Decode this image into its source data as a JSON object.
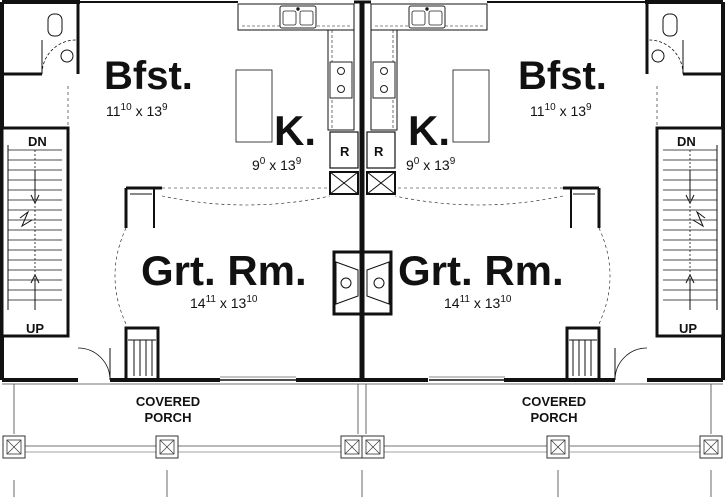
{
  "plan": {
    "left_unit": {
      "breakfast": {
        "name": "Bfst.",
        "dim_a": "11",
        "dim_a_sup": "10",
        "dim_b": "13",
        "dim_b_sup": "9"
      },
      "kitchen": {
        "name": "K.",
        "dim_a": "9",
        "dim_a_sup": "0",
        "dim_b": "13",
        "dim_b_sup": "9"
      },
      "great_room": {
        "name": "Grt. Rm.",
        "dim_a": "14",
        "dim_a_sup": "11",
        "dim_b": "13",
        "dim_b_sup": "10"
      },
      "refrigerator": "R",
      "stair_down": "DN",
      "stair_up": "UP",
      "porch": {
        "line1": "COVERED",
        "line2": "PORCH"
      }
    },
    "right_unit": {
      "breakfast": {
        "name": "Bfst.",
        "dim_a": "11",
        "dim_a_sup": "10",
        "dim_b": "13",
        "dim_b_sup": "9"
      },
      "kitchen": {
        "name": "K.",
        "dim_a": "9",
        "dim_a_sup": "0",
        "dim_b": "13",
        "dim_b_sup": "9"
      },
      "great_room": {
        "name": "Grt. Rm.",
        "dim_a": "14",
        "dim_a_sup": "11",
        "dim_b": "13",
        "dim_b_sup": "10"
      },
      "refrigerator": "R",
      "stair_down": "DN",
      "stair_up": "UP",
      "porch": {
        "line1": "COVERED",
        "line2": "PORCH"
      }
    },
    "dimension_separator": "x"
  }
}
